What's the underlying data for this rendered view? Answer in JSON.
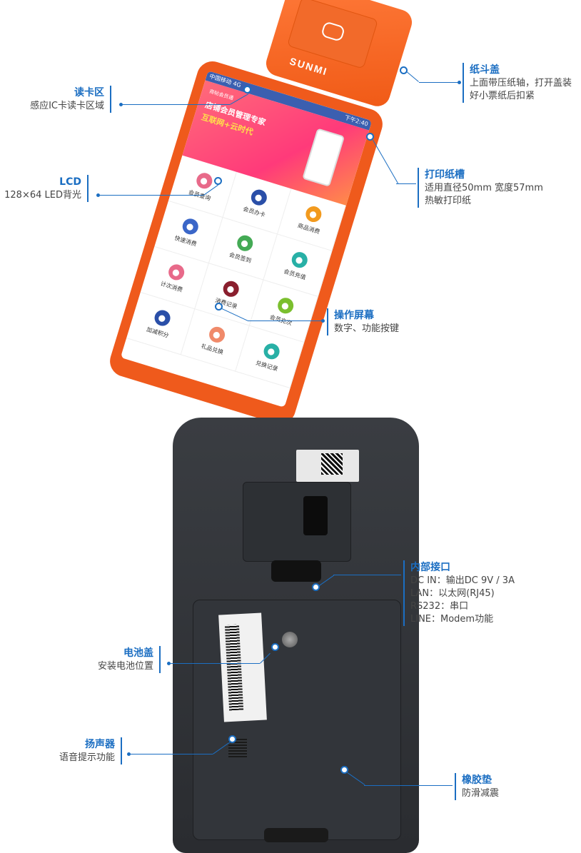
{
  "callouts": {
    "card_reader": {
      "title": "读卡区",
      "desc": "感应IC卡读卡区域"
    },
    "paper_cover": {
      "title": "纸斗盖",
      "desc1": "上面带压纸轴，打开盖装",
      "desc2": "好小票纸后扣紧"
    },
    "lcd": {
      "title": "LCD",
      "desc": "128×64 LED背光"
    },
    "print_slot": {
      "title": "打印纸槽",
      "desc1": "适用直径50mm  宽度57mm",
      "desc2": "热敏打印纸"
    },
    "touchscreen": {
      "title": "操作屏幕",
      "desc": "数字、功能按键"
    },
    "interface": {
      "title": "内部接口",
      "lines": [
        "DC IN：输出DC 9V / 3A",
        "LAN：以太网(RJ45)",
        "RS232：串口",
        "LINE：Modem功能"
      ]
    },
    "battery_cover": {
      "title": "电池盖",
      "desc": "安装电池位置"
    },
    "speaker": {
      "title": "扬声器",
      "desc": "语音提示功能"
    },
    "rubber_pad": {
      "title": "橡胶垫",
      "desc": "防滑减震"
    }
  },
  "device": {
    "brand": "SUNMI",
    "status_left": "中国移动 4G",
    "status_right": "下午2:40",
    "banner": {
      "tag": "商帖会员通",
      "line1": "店铺会员管理专家",
      "line2": "互联网+云时代"
    },
    "menu": [
      {
        "label": "会员查询",
        "color": "#e86a8a"
      },
      {
        "label": "会员办卡",
        "color": "#2a4fa8"
      },
      {
        "label": "商品消费",
        "color": "#f29a1e"
      },
      {
        "label": "快速消费",
        "color": "#3a66c8"
      },
      {
        "label": "会员签到",
        "color": "#44aa55"
      },
      {
        "label": "会员充值",
        "color": "#28b0a6"
      },
      {
        "label": "计次消费",
        "color": "#e86a8a"
      },
      {
        "label": "消费记录",
        "color": "#8a1f2e"
      },
      {
        "label": "会员充次",
        "color": "#7bbf2e"
      },
      {
        "label": "加减积分",
        "color": "#2a4fa8"
      },
      {
        "label": "礼品兑换",
        "color": "#f08a6a"
      },
      {
        "label": "兑换记录",
        "color": "#28b0a6"
      }
    ]
  },
  "colors": {
    "accent": "#1b6ec2",
    "device_orange": "#ef5a1c",
    "device_back": "#2f3237"
  }
}
